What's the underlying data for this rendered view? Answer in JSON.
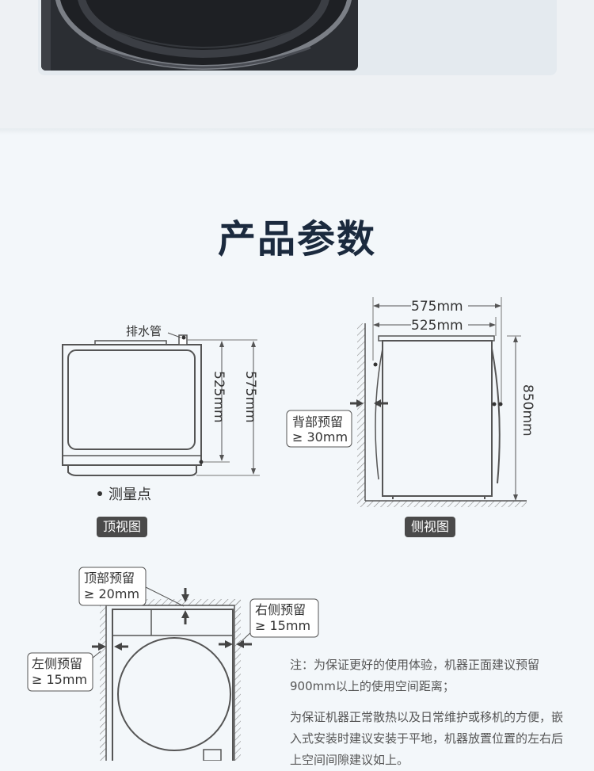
{
  "page": {
    "title": "产品参数"
  },
  "top_view": {
    "badge": "顶视图",
    "drain_pipe_label": "排水管",
    "measure_point_label": "测量点",
    "depth_inner": "525mm",
    "depth_outer": "575mm"
  },
  "side_view": {
    "badge": "侧视图",
    "width_outer": "575mm",
    "width_inner": "525mm",
    "height": "850mm",
    "back_clearance_label": "背部预留",
    "back_clearance_value": "≥ 30mm"
  },
  "front_view": {
    "top_clearance_label": "顶部预留",
    "top_clearance_value": "≥ 20mm",
    "right_clearance_label": "右侧预留",
    "right_clearance_value": "≥ 15mm",
    "left_clearance_label": "左侧预留",
    "left_clearance_value": "≥ 15mm"
  },
  "notes": {
    "note1": "注：为保证更好的使用体验，机器正面建议预留900mm以上的使用空间距离；",
    "note2": "为保证机器正常散热以及日常维护或移机的方便，嵌入式安装时建议安装于平地，机器放置位置的左右后上空间间隙建议如上。"
  },
  "colors": {
    "title": "#1b2a3e",
    "badge_bg": "#4a4a4a",
    "line": "#555555",
    "background": "#f3f7fa"
  }
}
